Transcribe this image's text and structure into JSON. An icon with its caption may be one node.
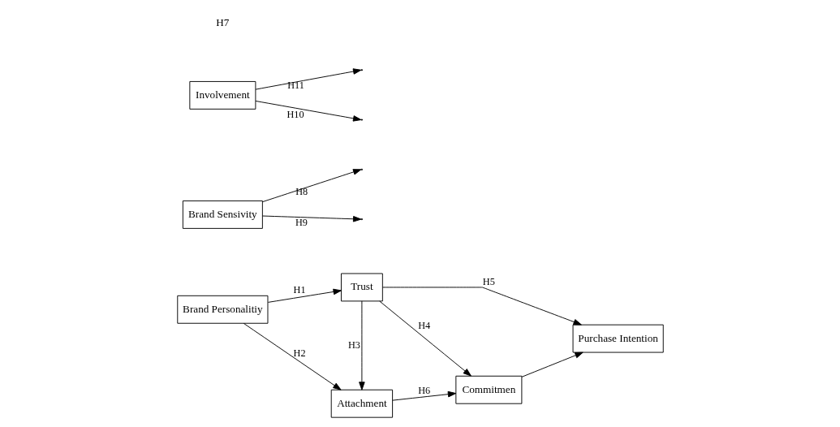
{
  "diagram": {
    "nodes": [
      {
        "text": [
          "Trust"
        ]
      },
      {
        "text": [
          "Brand Sensivity"
        ]
      },
      {
        "text": [
          "Brand Personalitiy"
        ]
      },
      {
        "text": [
          "Commitmen"
        ]
      },
      {
        "text": [
          "Purchase Intention"
        ]
      },
      {
        "text": [
          "Attachment"
        ]
      },
      {
        "text": [
          "Involvement"
        ]
      }
    ],
    "edges": [
      {
        "from": 2,
        "to": 0,
        "arrow": "to",
        "label": "H1"
      },
      {
        "from": 2,
        "to": 5,
        "arrow": "to",
        "label": "H2"
      },
      {
        "from": 0,
        "to": 5,
        "arrow": "to",
        "label": "H3"
      },
      {
        "from": 0,
        "to": 3,
        "arrow": "to",
        "label": "H4"
      },
      {
        "from": 0,
        "to": 4,
        "arrow": "to",
        "label": "H5"
      },
      {
        "from": 5,
        "to": 3,
        "arrow": "to",
        "label": "H6"
      },
      {
        "from": 3,
        "to": 4,
        "arrow": "to"
      },
      {
        "from": 1,
        "to": null,
        "arrow": "to",
        "label": "H8"
      },
      {
        "from": 1,
        "to": null,
        "arrow": "to",
        "label": "H9"
      },
      {
        "from": 6,
        "to": null,
        "arrow": "to",
        "label": "H11"
      },
      {
        "from": 6,
        "to": null,
        "arrow": "to",
        "label": "H10"
      }
    ],
    "labels": [
      "H7"
    ]
  }
}
